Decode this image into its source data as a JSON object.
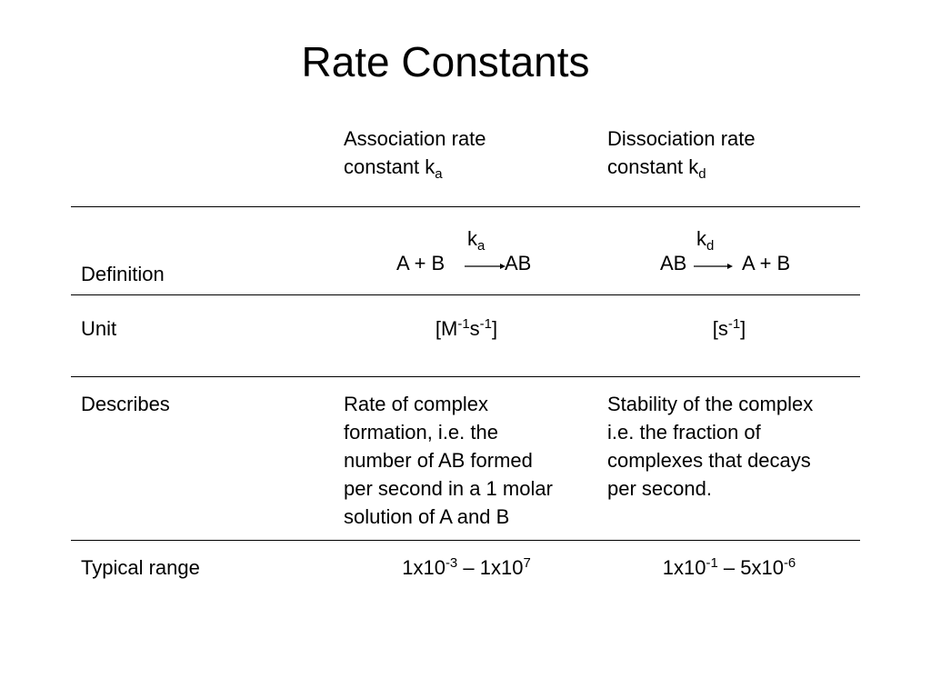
{
  "title": "Rate Constants",
  "columns": {
    "association": {
      "header_line1": "Association rate",
      "header_line2": "constant k",
      "header_sub": "a"
    },
    "dissociation": {
      "header_line1": "Dissociation rate",
      "header_line2": "constant k",
      "header_sub": "d"
    }
  },
  "rows": {
    "definition": {
      "label": "Definition",
      "association": {
        "rate_k": "k",
        "rate_sub": "a",
        "reactants": "A + B",
        "products": "AB"
      },
      "dissociation": {
        "rate_k": "k",
        "rate_sub": "d",
        "reactants": "AB",
        "products": "A + B"
      }
    },
    "unit": {
      "label": "Unit",
      "association": {
        "open": "[M",
        "exp1": "-1",
        "mid": "s",
        "exp2": "-1",
        "close": "]"
      },
      "dissociation": {
        "open": "[s",
        "exp1": "-1",
        "close": "]"
      }
    },
    "describes": {
      "label": "Describes",
      "association": [
        "Rate of complex",
        "formation, i.e. the",
        "number of AB formed",
        "per second in a 1 molar",
        "solution of A and B"
      ],
      "dissociation": [
        "Stability of the complex",
        "i.e. the fraction of",
        "complexes that decays",
        "per second."
      ]
    },
    "typical_range": {
      "label": "Typical range",
      "association": {
        "base1": "1x10",
        "exp1": "-3",
        "sep": " – ",
        "base2": "1x10",
        "exp2": "7"
      },
      "dissociation": {
        "base1": "1x10",
        "exp1": "-1",
        "sep": " – ",
        "base2": "5x10",
        "exp2": "-6"
      }
    }
  }
}
